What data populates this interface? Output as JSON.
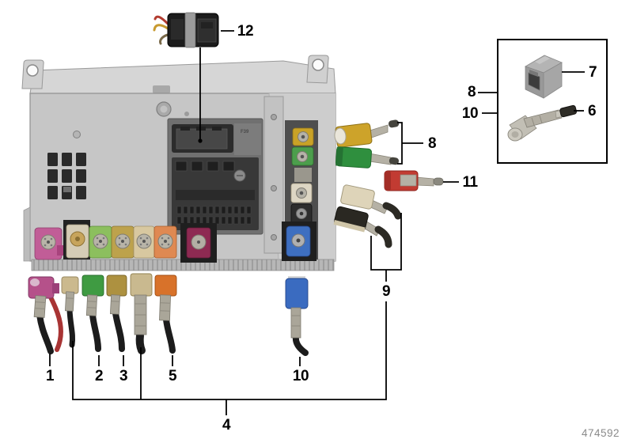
{
  "page": {
    "background": "#ffffff"
  },
  "drawing_number": "474592",
  "module": {
    "connector_label": "F39"
  },
  "callouts": {
    "item_1": "1",
    "item_2": "2",
    "item_3": "3",
    "item_4": "4",
    "item_5": "5",
    "item_6": "6",
    "item_7": "7",
    "item_8_group": "8",
    "item_8_box": "8",
    "item_9": "9",
    "item_10_cable": "10",
    "item_10_box": "10",
    "item_11": "11",
    "item_12": "12"
  },
  "connector_colors": {
    "cable_1": "#b5518a",
    "cable_2": "#3f9b42",
    "cable_3": "#ad9140",
    "cable_4_small": "#cbb98e",
    "cable_4_large": "#c9b98f",
    "cable_5": "#d8722a",
    "cable_10": "#3a6bc0",
    "plug_8_yellow": "#cda32a",
    "plug_8_green": "#2f8f3e",
    "plug_11_red": "#c23b32",
    "plug_9_cream": "#ded4b9",
    "plug_9_black": "#2a2822",
    "unit_port_pink": "#c15d97",
    "unit_port_bone": "#d5ccb6",
    "unit_port_green": "#8cbf5e",
    "unit_port_tan": "#bda24c",
    "unit_port_cream": "#d8c8a0",
    "unit_port_orange": "#df8952",
    "unit_port_maroon": "#8e2a52",
    "unit_port_blue": "#3e6fc0"
  }
}
